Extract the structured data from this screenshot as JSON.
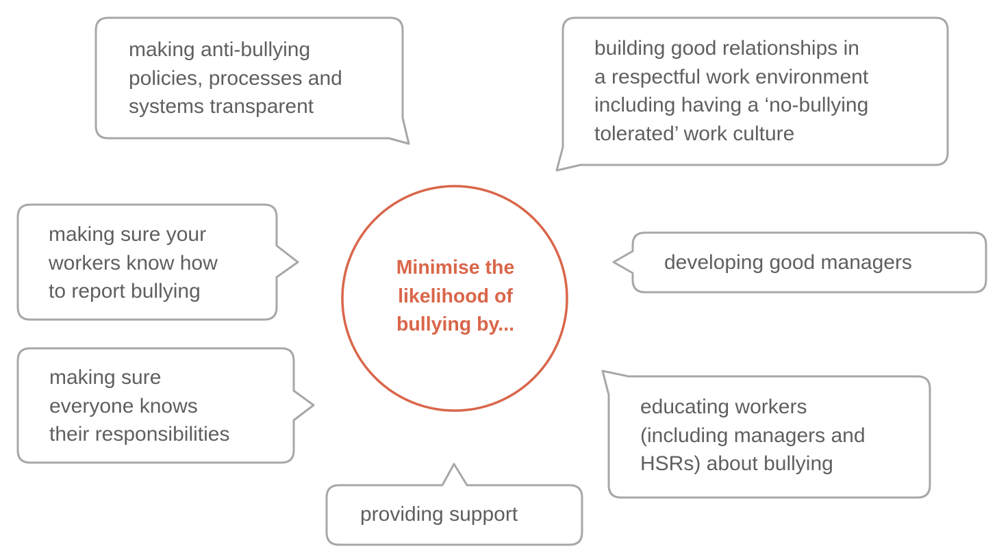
{
  "colors": {
    "bubble_border": "#a7a7a7",
    "bubble_text": "#5f5f5f",
    "accent": "#d9664a",
    "background": "#ffffff"
  },
  "center": {
    "text": "Minimise the\nlikelihood of\nbullying by..."
  },
  "bubbles": {
    "transparent_policies": "making anti-bullying\npolicies, processes and\nsystems transparent",
    "good_relationships": "building good relationships in\na respectful work environment\nincluding having a ‘no-bullying\ntolerated’ work culture",
    "report_bullying": "making sure your\nworkers know how\nto report bullying",
    "good_managers": "developing good managers",
    "responsibilities": "making sure\neveryone knows\ntheir responsibilities",
    "educating_workers": "educating workers\n(including managers and\nHSRs) about bullying",
    "providing_support": "providing support"
  }
}
